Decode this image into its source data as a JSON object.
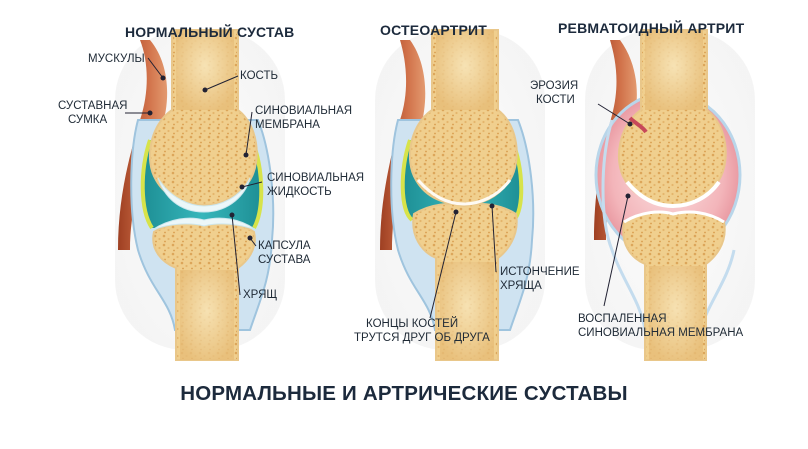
{
  "panels": {
    "normal": {
      "title": "НОРМАЛЬНЫЙ СУСТАВ",
      "labels": {
        "muscles": "МУСКУЛЫ",
        "bursa_line1": "СУСТАВНАЯ",
        "bursa_line2": "СУМКА",
        "bone": "КОСТЬ",
        "synovial_membrane_line1": "СИНОВИАЛЬНАЯ",
        "synovial_membrane_line2": "МЕМБРАНА",
        "synovial_fluid_line1": "СИНОВИАЛЬНАЯ",
        "synovial_fluid_line2": "ЖИДКОСТЬ",
        "capsule_line1": "КАПСУЛА",
        "capsule_line2": "СУСТАВА",
        "cartilage": "ХРЯЩ"
      }
    },
    "osteoarthritis": {
      "title": "ОСТЕОАРТРИТ",
      "labels": {
        "bone_ends_line1": "КОНЦЫ КОСТЕЙ",
        "bone_ends_line2": "ТРУТСЯ ДРУГ ОБ ДРУГА",
        "thinning_line1": "ИСТОНЧЕНИЕ",
        "thinning_line2": "ХРЯЩА"
      }
    },
    "rheumatoid": {
      "title": "РЕВМАТОИДНЫЙ  АРТРИТ",
      "labels": {
        "erosion_line1": "ЭРОЗИЯ",
        "erosion_line2": "КОСТИ",
        "inflamed_line1": "ВОСПАЛЕННАЯ",
        "inflamed_line2": "СИНОВИАЛЬНАЯ МЕМБРАНА"
      }
    }
  },
  "main_title": "НОРМАЛЬНЫЕ И АРТРИЧЕСКИЕ СУСТАВЫ",
  "colors": {
    "bone": "#f2d9a2",
    "bone_spongy": "#e6b86c",
    "cartilage": "#e8f6f8",
    "synovial_fluid": "#2aa3a9",
    "membrane": "#d9e64a",
    "capsule": "#bcd9ee",
    "muscle": "#c2603a",
    "inflamed": "#f2b4b9"
  }
}
